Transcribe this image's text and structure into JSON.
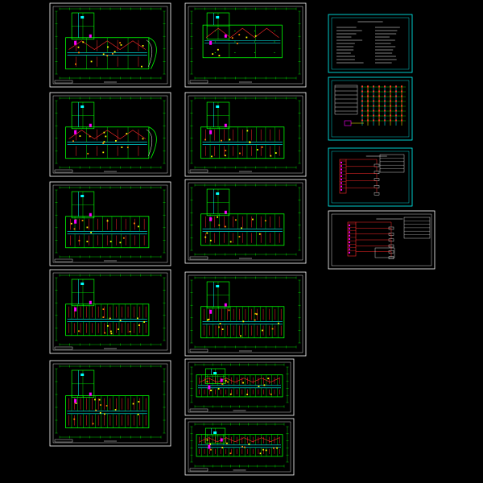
{
  "colors": {
    "background": "#000000",
    "frame": "#ffffff",
    "wall": "#00ff00",
    "corridor": "#00ffff",
    "circuit": "#ff2a2a",
    "panel": "#ff00ff",
    "equipment": "#ffff00",
    "schedule_frame": "#00ffff"
  },
  "sheets": {
    "floor_plans": [
      {
        "name": "sheet-plan-1",
        "variant": "ground-curved-end"
      },
      {
        "name": "sheet-plan-2",
        "variant": "upper-open"
      },
      {
        "name": "sheet-plan-3",
        "variant": "ground-curved-end"
      },
      {
        "name": "sheet-plan-4",
        "variant": "rooms"
      },
      {
        "name": "sheet-plan-5",
        "variant": "rooms"
      },
      {
        "name": "sheet-plan-6",
        "variant": "rooms"
      },
      {
        "name": "sheet-plan-7",
        "variant": "rooms-dense"
      },
      {
        "name": "sheet-plan-8",
        "variant": "rooms-dense"
      },
      {
        "name": "sheet-plan-9",
        "variant": "rooms-dense"
      },
      {
        "name": "sheet-plan-10",
        "variant": "long-strip"
      },
      {
        "name": "sheet-plan-11",
        "variant": "long-strip"
      }
    ],
    "schedules": [
      {
        "name": "sheet-design-notes",
        "variant": "notes"
      },
      {
        "name": "sheet-riser-diagram",
        "variant": "riser"
      },
      {
        "name": "sheet-system-diagram-1",
        "variant": "system"
      },
      {
        "name": "sheet-system-diagram-2",
        "variant": "system-wide"
      }
    ]
  }
}
